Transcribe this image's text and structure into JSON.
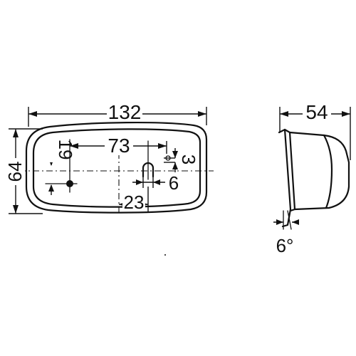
{
  "front_view": {
    "width_label": "132",
    "height_label": "64",
    "hole_spacing_label": "73",
    "upper_offset_label": "19",
    "slot_height_label": "3",
    "slot_width_label": "6",
    "lower_offset_label": "23"
  },
  "side_view": {
    "depth_label": "54",
    "angle_label": "6°"
  }
}
